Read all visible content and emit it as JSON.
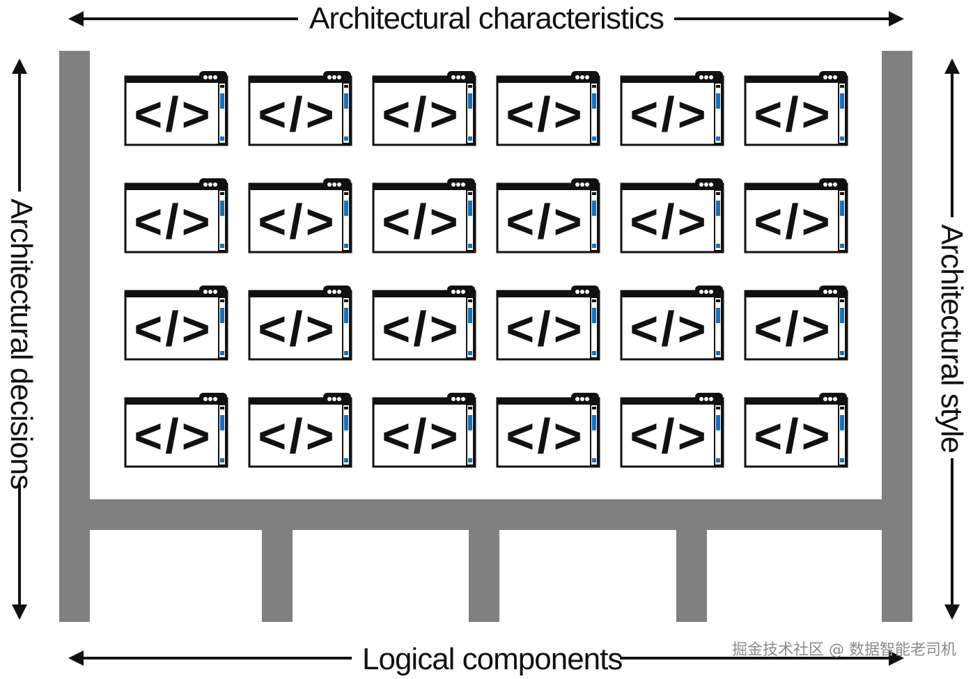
{
  "labels": {
    "top": "Architectural characteristics",
    "bottom": "Logical components",
    "left": "Architectural decisions",
    "right": "Architectural style"
  },
  "component": {
    "glyph": "</>",
    "icon": "code-window-icon",
    "rows": 4,
    "cols": 6
  },
  "colors": {
    "structure": "#808080",
    "scrollbar_accent": "#1a6fbd",
    "ink": "#111111"
  },
  "watermark": "掘金技术社区 @ 数据智能老司机"
}
